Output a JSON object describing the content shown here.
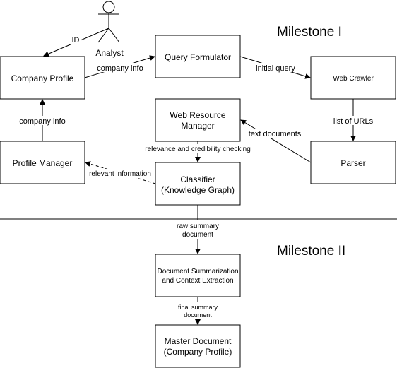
{
  "milestones": {
    "one": "Milestone I",
    "two": "Milestone II"
  },
  "actor": {
    "label": "Analyst"
  },
  "boxes": {
    "company_profile": [
      "Company Profile"
    ],
    "query_formulator": [
      "Query Formulator"
    ],
    "web_crawler": [
      "Web Crawler"
    ],
    "web_resource_manager": [
      "Web Resource",
      "Manager"
    ],
    "profile_manager": [
      "Profile Manager"
    ],
    "parser": [
      "Parser"
    ],
    "classifier": [
      "Classifier",
      "(Knowledge Graph)"
    ],
    "doc_summarization": [
      "Document Summarization",
      "and Context Extraction"
    ],
    "master_document": [
      "Master Document",
      "(Company Profile)"
    ]
  },
  "edges": {
    "id": [
      "ID"
    ],
    "company_info_top": [
      "company info"
    ],
    "initial_query": [
      "initial query"
    ],
    "list_of_urls": [
      "list of URLs"
    ],
    "text_documents": [
      "text documents"
    ],
    "relevance": [
      "relevance and credibility checking"
    ],
    "company_info_left": [
      "company info"
    ],
    "relevant_information": [
      "relevant information"
    ],
    "raw_summary": [
      "raw summary",
      "document"
    ],
    "final_summary": [
      "final summary",
      "document"
    ]
  }
}
